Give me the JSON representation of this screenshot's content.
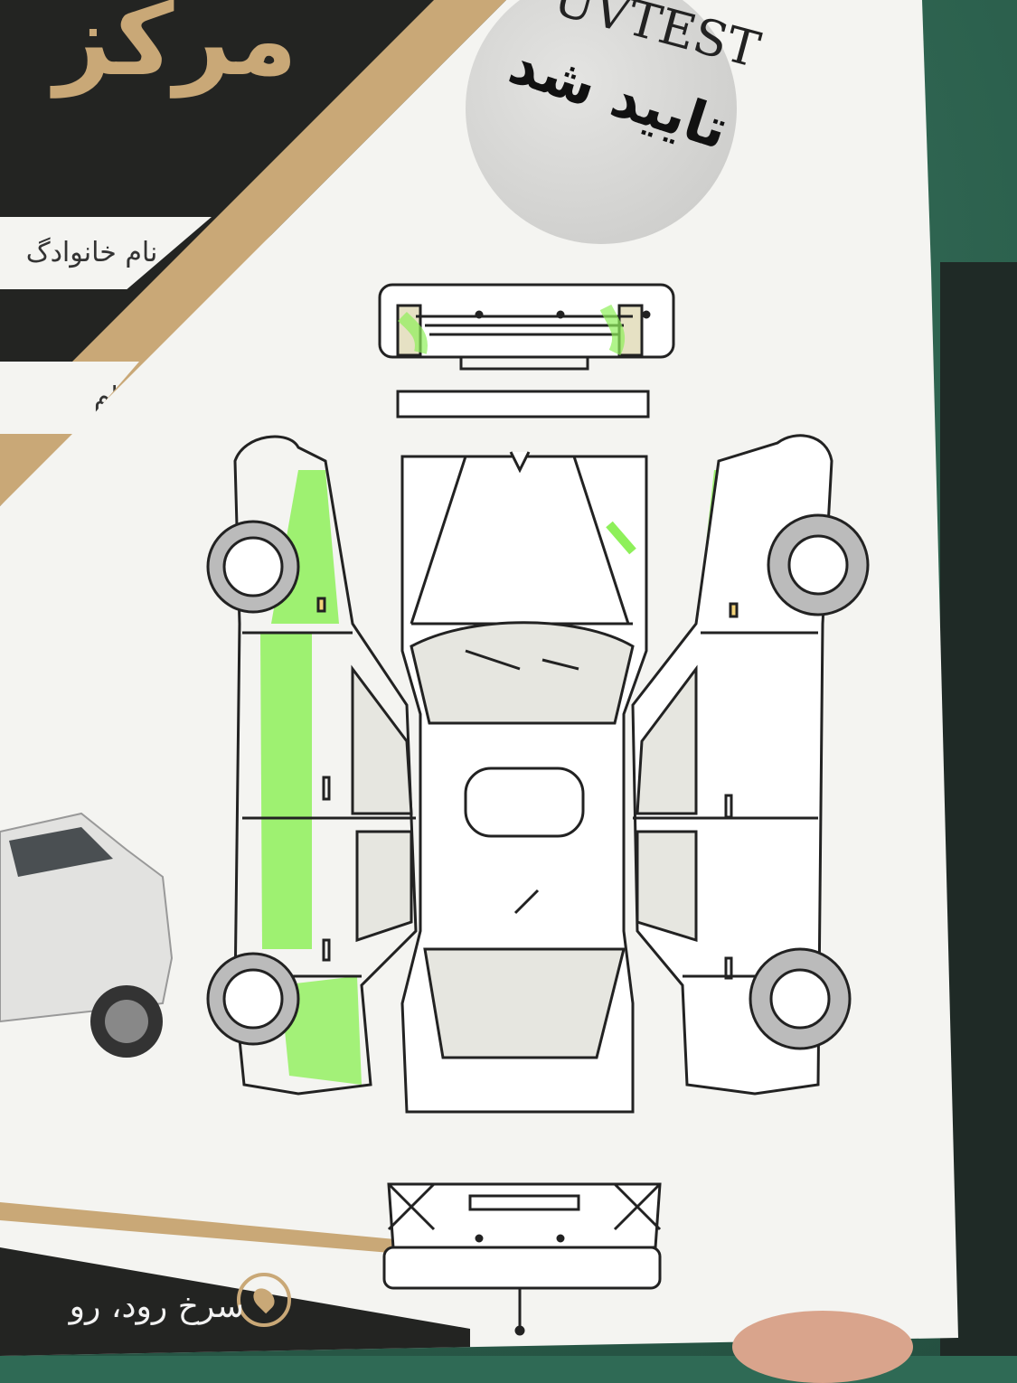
{
  "header": {
    "title_partial": "مرکز",
    "field_name_family": "نام نام خانوادگ",
    "field_name": "نام"
  },
  "stamp": {
    "top_text": "UVTEST",
    "main_text": "تایید شد"
  },
  "footer": {
    "address_partial": "سرخ رود، رو"
  },
  "colors": {
    "dark_band": "#232422",
    "gold": "#c9a877",
    "highlight": "#8ef05a",
    "paper": "#f4f4f1"
  },
  "icons": {
    "location": "location-pin-icon"
  }
}
